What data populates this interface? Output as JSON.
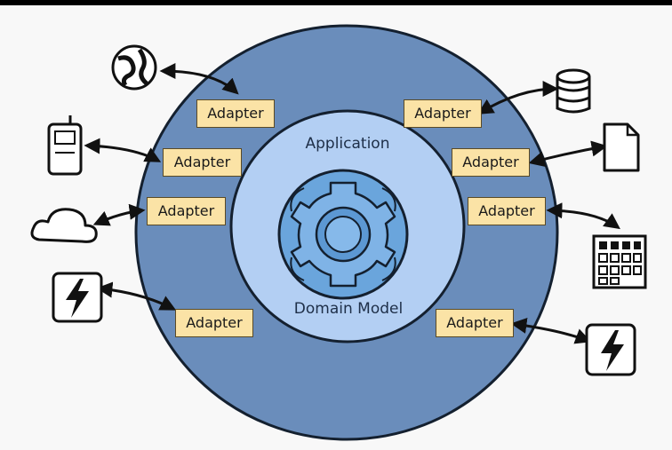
{
  "diagram": {
    "inner_label": "Application",
    "core_label": "Domain Model",
    "adapter_label": "Adapter",
    "colors": {
      "outer_ring": "#6a8dbb",
      "inner_ring": "#b3cff3",
      "core_gear": "#6aa5dc",
      "adapter_fill": "#fbe3a6",
      "outline": "#14202f"
    },
    "left_adapters": [
      {
        "label": "Adapter",
        "icon": "globe-icon"
      },
      {
        "label": "Adapter",
        "icon": "mobile-phone-icon"
      },
      {
        "label": "Adapter",
        "icon": "cloud-icon"
      },
      {
        "label": "Adapter",
        "icon": "lightning-event-icon"
      }
    ],
    "right_adapters": [
      {
        "label": "Adapter",
        "icon": "database-icon"
      },
      {
        "label": "Adapter",
        "icon": "document-icon"
      },
      {
        "label": "Adapter",
        "icon": "grid-calendar-icon"
      },
      {
        "label": "Adapter",
        "icon": "lightning-event-icon"
      }
    ]
  }
}
